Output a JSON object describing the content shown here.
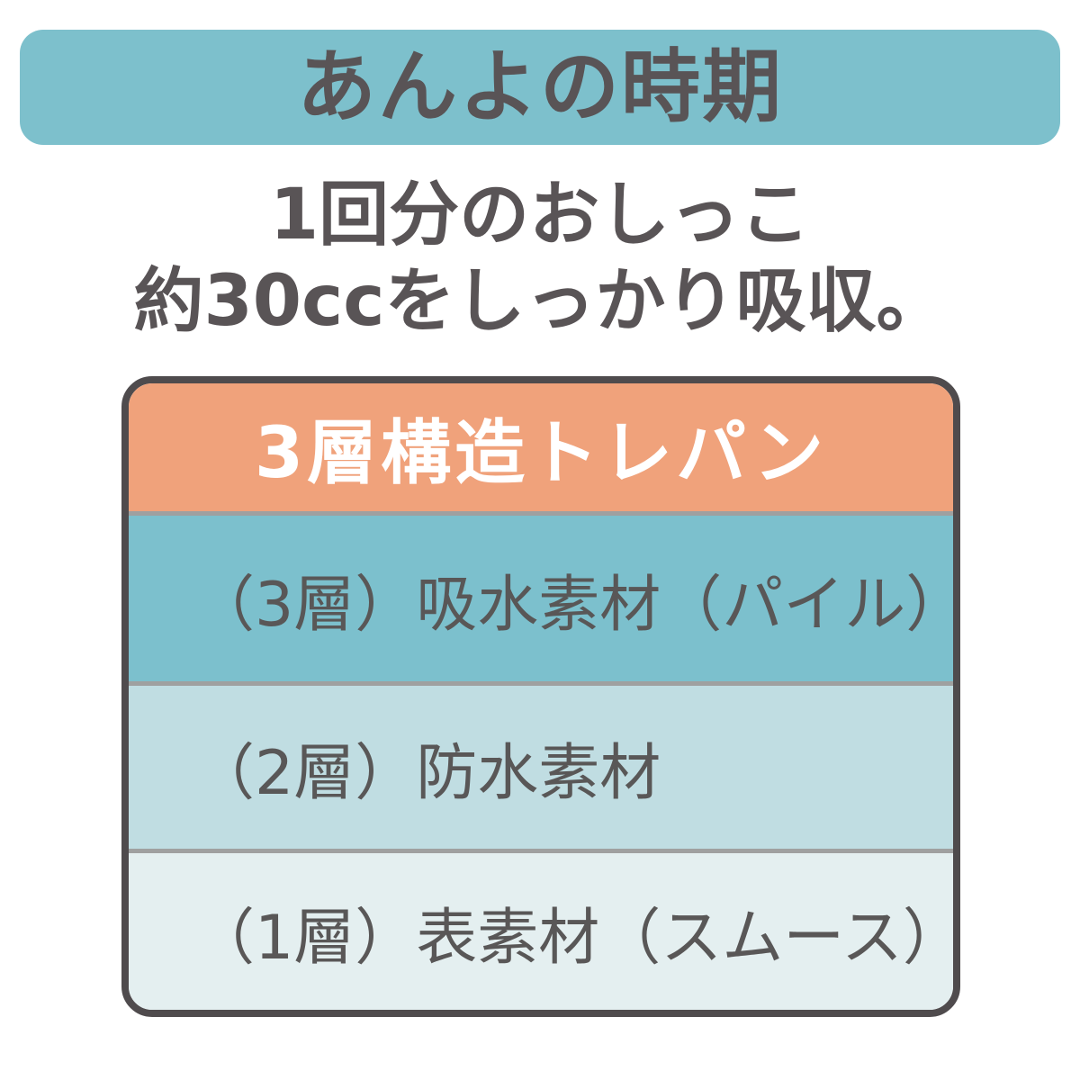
{
  "page": {
    "background_color": "#FFFFFF"
  },
  "banner": {
    "label": "あんよの時期",
    "bg_color": "#7DC0CC",
    "text_color": "#595456"
  },
  "subtitle": {
    "line1": "1回分のおしっこ",
    "line2": "約30ccをしっかり吸収。",
    "text_color": "#595456"
  },
  "card": {
    "border_color": "#4F4B4D",
    "divider_color": "#9FA0A0",
    "header": {
      "label": "3層構造トレパン",
      "bg_color": "#F0A27B",
      "text_color": "#FFFFFF"
    },
    "layers": [
      {
        "label": "（3層）吸水素材（パイル）",
        "bg_color": "#7CC0CD",
        "text_color": "#595757"
      },
      {
        "label": "（2層）防水素材",
        "bg_color": "#C0DDE2",
        "text_color": "#595757"
      },
      {
        "label": "（1層）表素材（スムース）",
        "bg_color": "#E4EFF0",
        "text_color": "#595757"
      }
    ]
  }
}
